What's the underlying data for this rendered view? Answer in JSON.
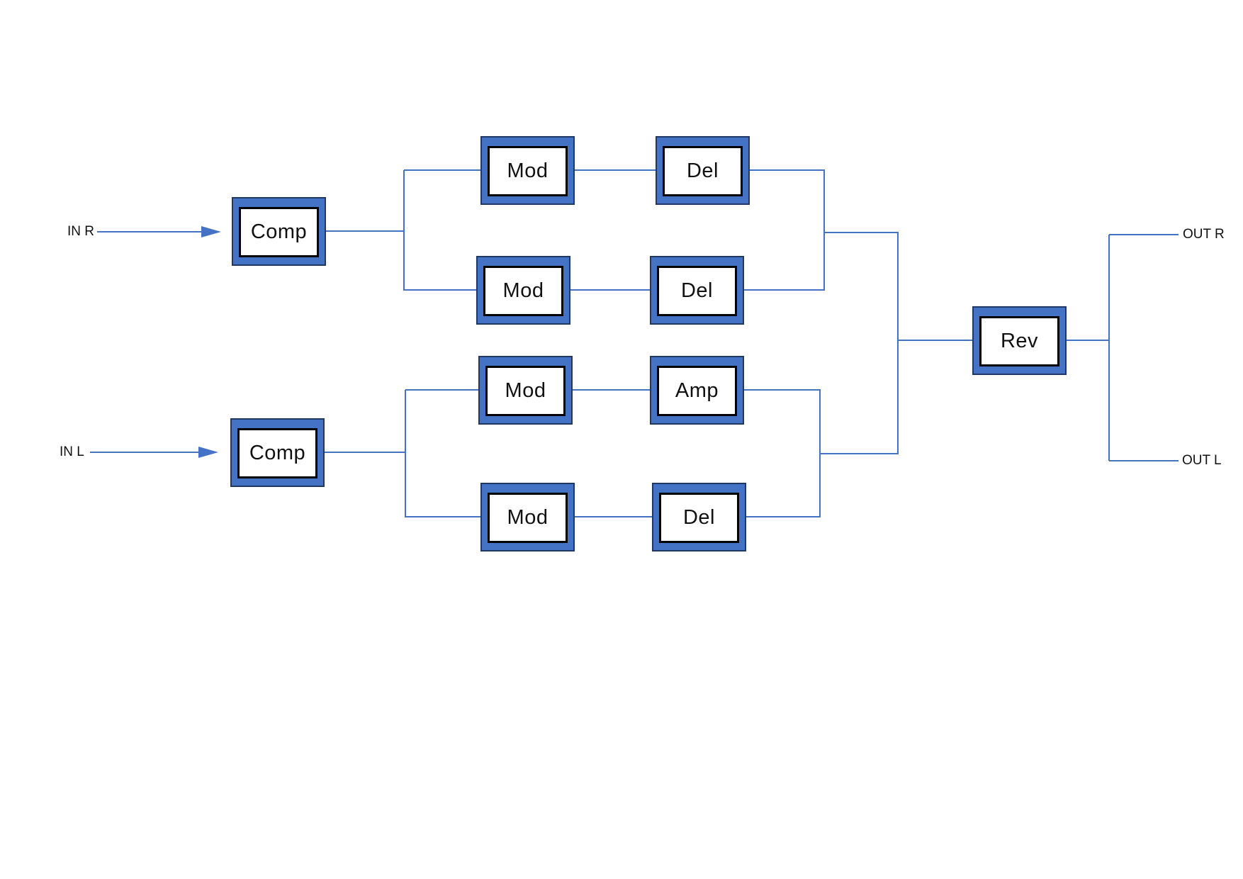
{
  "diagram": {
    "description": "Stereo audio effects signal flow diagram",
    "ports": [
      {
        "id": "in-r",
        "label": "IN R"
      },
      {
        "id": "in-l",
        "label": "IN L"
      },
      {
        "id": "out-r",
        "label": "OUT R"
      },
      {
        "id": "out-l",
        "label": "OUT L"
      }
    ],
    "nodes": [
      {
        "id": "comp-r",
        "label": "Comp"
      },
      {
        "id": "comp-l",
        "label": "Comp"
      },
      {
        "id": "mod-1",
        "label": "Mod"
      },
      {
        "id": "del-1",
        "label": "Del"
      },
      {
        "id": "mod-2",
        "label": "Mod"
      },
      {
        "id": "del-2",
        "label": "Del"
      },
      {
        "id": "mod-3",
        "label": "Mod"
      },
      {
        "id": "amp",
        "label": "Amp"
      },
      {
        "id": "mod-4",
        "label": "Mod"
      },
      {
        "id": "del-4",
        "label": "Del"
      },
      {
        "id": "rev",
        "label": "Rev"
      }
    ],
    "connections": [
      "IN R -> Comp (R)",
      "Comp (R) -> Mod -> Del (path 1)",
      "Comp (R) -> Mod -> Del (path 2)",
      "IN L -> Comp (L)",
      "Comp (L) -> Mod -> Amp (path 3)",
      "Comp (L) -> Mod -> Del (path 4)",
      "all paths -> Rev",
      "Rev -> OUT R",
      "Rev -> OUT L"
    ],
    "colors": {
      "accent_blue": "#4472C4",
      "node_frame_navy": "#1F3864",
      "inner_border_black": "#000000",
      "text": "#111111",
      "background": "#FFFFFF"
    }
  }
}
